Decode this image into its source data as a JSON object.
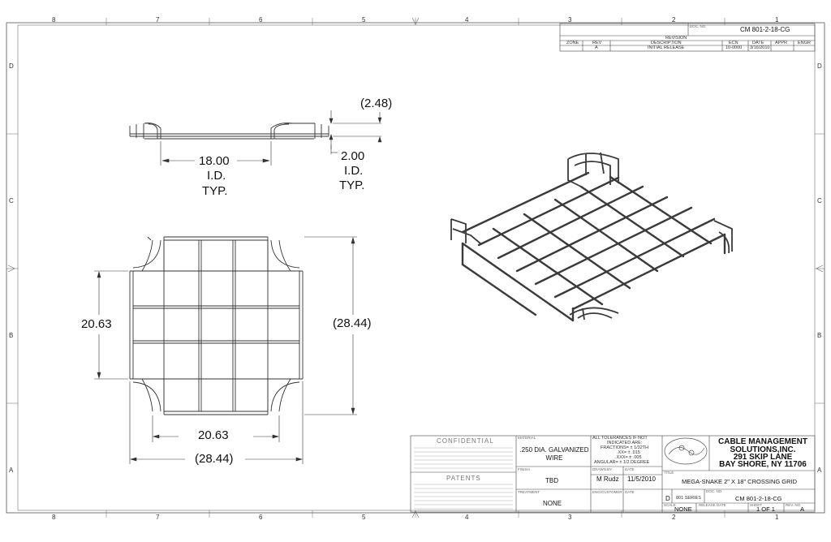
{
  "zones": {
    "columns": [
      "8",
      "7",
      "6",
      "5",
      "4",
      "3",
      "2",
      "1"
    ],
    "rows": [
      "D",
      "C",
      "B",
      "A"
    ]
  },
  "revision_block": {
    "doc_no_label": "DOC. NO.",
    "doc_no": "CM 801-2-18-CG",
    "title": "REVISION",
    "headers": [
      "ZONE",
      "REV",
      "DESCRIPTION",
      "ECN",
      "DATE",
      "APPR",
      "ENGR"
    ],
    "row": [
      "",
      "A",
      "INITIAL RELEASE",
      "10-0000",
      "3/16/2010",
      "",
      ""
    ]
  },
  "dimensions": {
    "height_total": "(2.48)",
    "id_width": "18.00",
    "id_width_l2": "I.D.",
    "id_width_l3": "TYP.",
    "id_height": "2.00",
    "id_height_l2": "I.D.",
    "id_height_l3": "TYP.",
    "plan_inner_v": "20.63",
    "plan_outer_v": "(28.44)",
    "plan_inner_h": "20.63",
    "plan_outer_h": "(28.44)"
  },
  "title_block": {
    "confidential_title": "CONFIDENTIAL",
    "patents_title": "PATENTS",
    "material_label": "MATERIAL",
    "material": ".250 DIA. GALVANIZED WIRE",
    "finish_label": "FINISH",
    "finish": "TBD",
    "treatment_label": "TREATMENT",
    "treatment": "NONE",
    "tolerances": [
      "ALL TOLERANCES IF NOT",
      "INDICATED ARE:",
      "FRACTIONS= ± 1/32TH",
      ".XX= ± .015",
      ".XXX= ± .005",
      "ANGULAR= ± 1/2 DEGREE"
    ],
    "drawn_by_label": "DRAWN BY",
    "drawn_by": "M Rudz",
    "date_label": "DATE",
    "drawn_date": "11/5/2010",
    "eng_label": "ENG/CUSTOMER",
    "company": [
      "CABLE MANAGEMENT",
      "SOLUTIONS,INC.",
      "291 SKIP LANE",
      "BAY SHORE, NY 11706"
    ],
    "title_label": "TITLE",
    "title": "MEGA-SNAKE 2\" X 18\" CROSSING GRID",
    "size": "D",
    "series": "801 SERIES",
    "doc_no_label": "DOC. NO.",
    "doc_no": "CM 801-2-18-CG",
    "scale_label": "SCALE",
    "scale": "NONE",
    "release_label": "RELEASE DATE",
    "sheet_label": "SHEET",
    "sheet": "1 OF 1",
    "rev_label": "REV. NO.",
    "rev": "A"
  },
  "colors": {
    "line": "#333333",
    "wire": "#3a3a3a",
    "border": "#555555"
  }
}
